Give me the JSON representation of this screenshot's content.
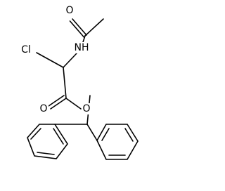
{
  "structure": {
    "atoms": {
      "oxygen_acetyl": "O",
      "nitrogen": "NH",
      "chlorine": "Cl",
      "oxygen_carbonyl": "O",
      "oxygen_ester": "O"
    },
    "colors": {
      "bond": "#000000",
      "label": "#000000",
      "background": "#ffffff"
    }
  }
}
